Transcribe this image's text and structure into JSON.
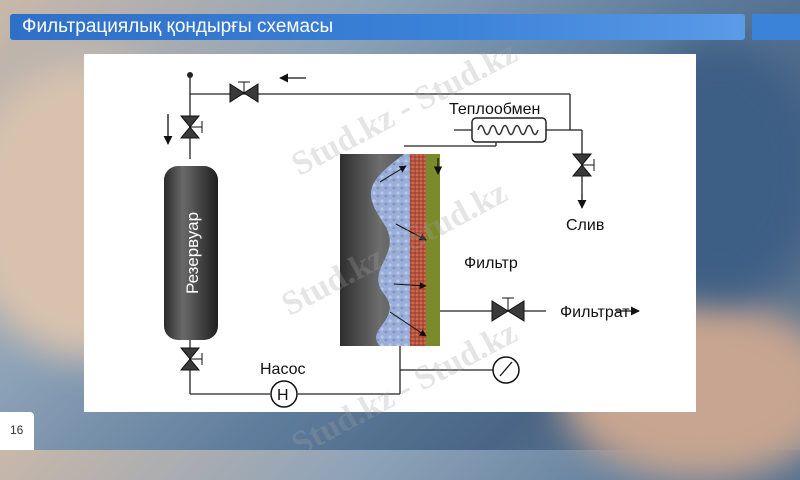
{
  "slide": {
    "title": "Фильтрациялық қондырғы схемасы",
    "page_number": "16"
  },
  "diagram": {
    "labels": {
      "reservoir": "Резервуар",
      "heat_exchanger": "Теплообмен",
      "drain": "Слив",
      "filter": "Фильтр",
      "filtrate": "Фильтрат",
      "pump": "Насос",
      "pump_symbol": "Н"
    }
  },
  "watermark": {
    "text": "Stud.kz - Stud.kz"
  },
  "colors": {
    "title_bar": "#3b82d9",
    "filter_body": "#4a4a4a",
    "filter_cake": "#9fb0d8",
    "filter_medium": "#b5533d",
    "filter_plate": "#7b8a2a"
  }
}
